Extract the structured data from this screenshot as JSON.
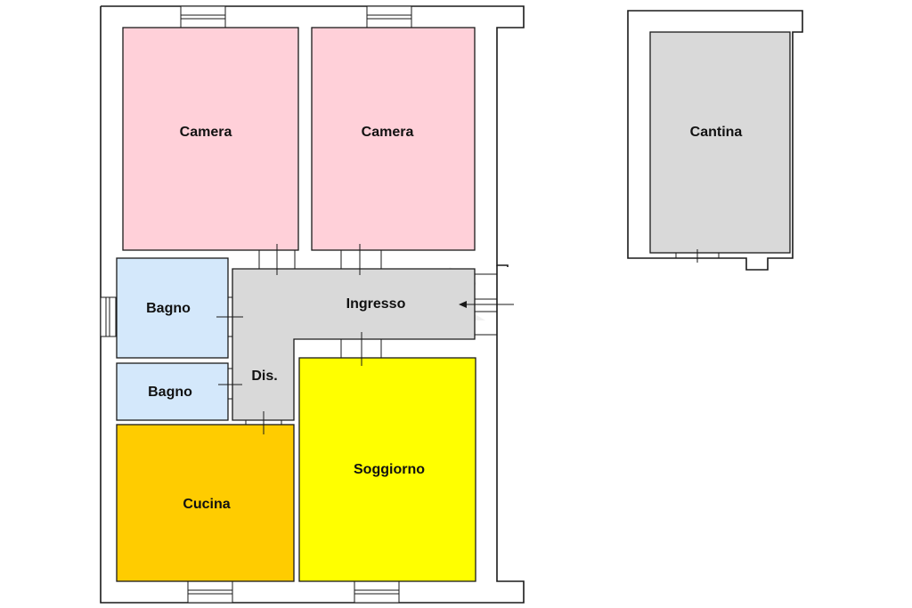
{
  "plan": {
    "rooms": {
      "camera_1": {
        "label": "Camera",
        "color": "#ffd0d9"
      },
      "camera_2": {
        "label": "Camera",
        "color": "#ffd0d9"
      },
      "bagno_1": {
        "label": "Bagno",
        "color": "#d4e8fb"
      },
      "bagno_2": {
        "label": "Bagno",
        "color": "#d4e8fb"
      },
      "ingresso": {
        "label": "Ingresso",
        "color": "#d9d9d9"
      },
      "disimpegno": {
        "label": "Dis.",
        "color": "#d9d9d9"
      },
      "cucina": {
        "label": "Cucina",
        "color": "#ffcc00"
      },
      "soggiorno": {
        "label": "Soggiorno",
        "color": "#ffff00"
      },
      "cantina": {
        "label": "Cantina",
        "color": "#d9d9d9"
      }
    },
    "wall_color": "#1a1a1a",
    "watermark_color": "#eeeeee"
  }
}
